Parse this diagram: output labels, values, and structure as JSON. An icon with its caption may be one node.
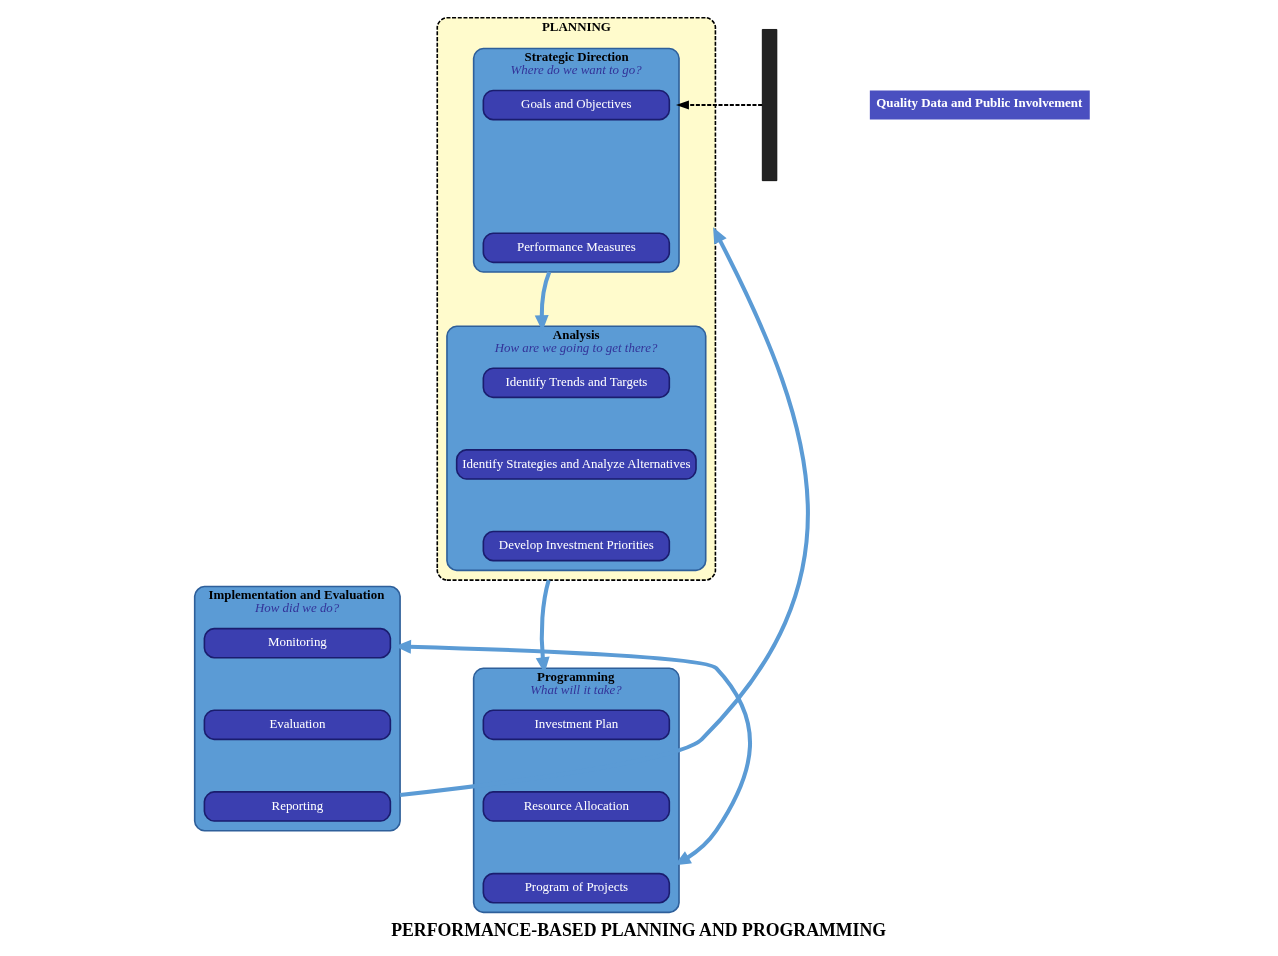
{
  "diagram": {
    "title": "PERFORMANCE-BASED PLANNING AND PROGRAMMING",
    "nodes": [
      {
        "text": [
          "PLANNING"
        ]
      },
      {
        "text": [
          "Strategic Direction",
          "Where do we want to go?"
        ],
        "in": 0
      },
      {
        "text": [
          "Goals and Objectives"
        ],
        "in": 1
      },
      {
        "text": [
          "Performance Measures"
        ],
        "in": 1
      },
      {
        "text": [
          "Analysis",
          "How are we going to get there?"
        ],
        "in": 0
      },
      {
        "text": [
          "Identify Trends and Targets"
        ],
        "in": 4
      },
      {
        "text": [
          "Identify Strategies and Analyze Alternatives"
        ],
        "in": 4
      },
      {
        "text": [
          "Develop Investment Priorities"
        ],
        "in": 4
      },
      {
        "text": [
          "Programming",
          "What will it take?"
        ]
      },
      {
        "text": [
          "Investment Plan"
        ],
        "in": 8
      },
      {
        "text": [
          "Resource Allocation"
        ],
        "in": 8
      },
      {
        "text": [
          "Program of Projects"
        ],
        "in": 8
      },
      {
        "text": [
          "Implementation and Evaluation",
          "How did we do?"
        ]
      },
      {
        "text": [
          "Monitoring"
        ],
        "in": 12
      },
      {
        "text": [
          "Evaluation"
        ],
        "in": 12
      },
      {
        "text": [
          "Reporting"
        ],
        "in": 12
      },
      {
        "text": [],
        "shape": "bracket"
      }
    ],
    "edges": [
      {
        "from": 1,
        "to": 4,
        "arrow": "to"
      },
      {
        "from": 0,
        "to": 8,
        "arrow": "to"
      },
      {
        "from": 12,
        "to": 0,
        "arrow": "to"
      },
      {
        "from": 8,
        "to": 12,
        "arrow": "both"
      },
      {
        "from": 16,
        "to": 1,
        "arrow": "to",
        "style": "dashed",
        "color": "#000000"
      }
    ],
    "labels": [
      "Quality Data and Public Involvement"
    ]
  }
}
